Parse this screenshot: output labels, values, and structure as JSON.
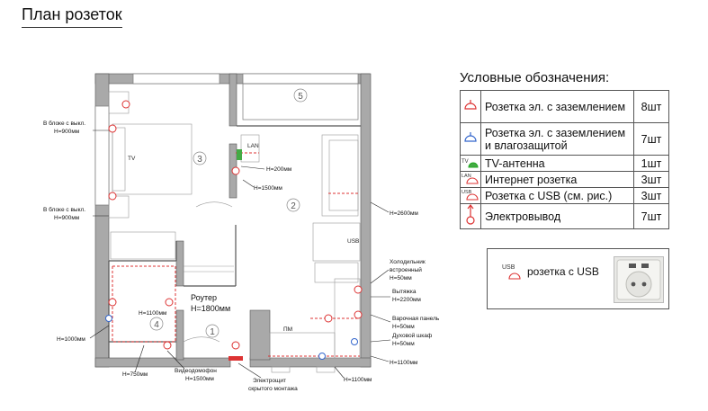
{
  "title": "План розеток",
  "legend": {
    "title": "Условные обозначения:",
    "rows": [
      {
        "icon": "socket-ground-red-icon",
        "label": "Розетка эл. с заземлением",
        "count": "8шт"
      },
      {
        "icon": "socket-ground-blue-icon",
        "label": "Розетка эл. с заземлением и влагозащитой",
        "count": "7шт"
      },
      {
        "icon": "tv-socket-icon",
        "prefix": "TV",
        "label": "TV-антенна",
        "count": "1шт"
      },
      {
        "icon": "lan-socket-icon",
        "prefix": "LAN",
        "label": "Интернет розетка",
        "count": "3шт"
      },
      {
        "icon": "usb-socket-icon",
        "prefix": "USB",
        "label": "Розетка с USB (см. рис.)",
        "count": "3шт"
      },
      {
        "icon": "power-outlet-icon",
        "label": "Электровывод",
        "count": "7шт"
      }
    ]
  },
  "usb_box": {
    "prefix": "USB",
    "label": "розетка с USB"
  },
  "plan": {
    "rooms": [
      "1",
      "2",
      "3",
      "4",
      "5"
    ],
    "notes": {
      "block1": "В блоке с выкл.",
      "h900a": "H=900мм",
      "block2": "В блоке с выкл.",
      "h900b": "H=900мм",
      "h200": "H=200мм",
      "h1500": "H=1500мм",
      "h2600": "H=2600мм",
      "router1": "Роутер",
      "router2": "H=1800мм",
      "h1100a": "H=1100мм",
      "h1000": "H=1000мм",
      "h750": "H=750мм",
      "intercom1": "Видеодомофон",
      "intercom2": "H=1500мм",
      "panel1": "Электрощит",
      "panel2": "скрытого монтажа",
      "pm": "ПМ",
      "fridge1": "Холодильник",
      "fridge2": "встроенный",
      "fridge3": "H=50мм",
      "hood1": "Вытяжка",
      "hood2": "H=2200мм",
      "hob1": "Варочная панель",
      "hob2": "H=50мм",
      "oven1": "Духовой шкаф",
      "oven2": "H=50мм",
      "h1100b": "H=1100мм",
      "h1100c": "H=1100мм",
      "lan": "LAN",
      "usb": "USB",
      "tv": "TV"
    }
  }
}
